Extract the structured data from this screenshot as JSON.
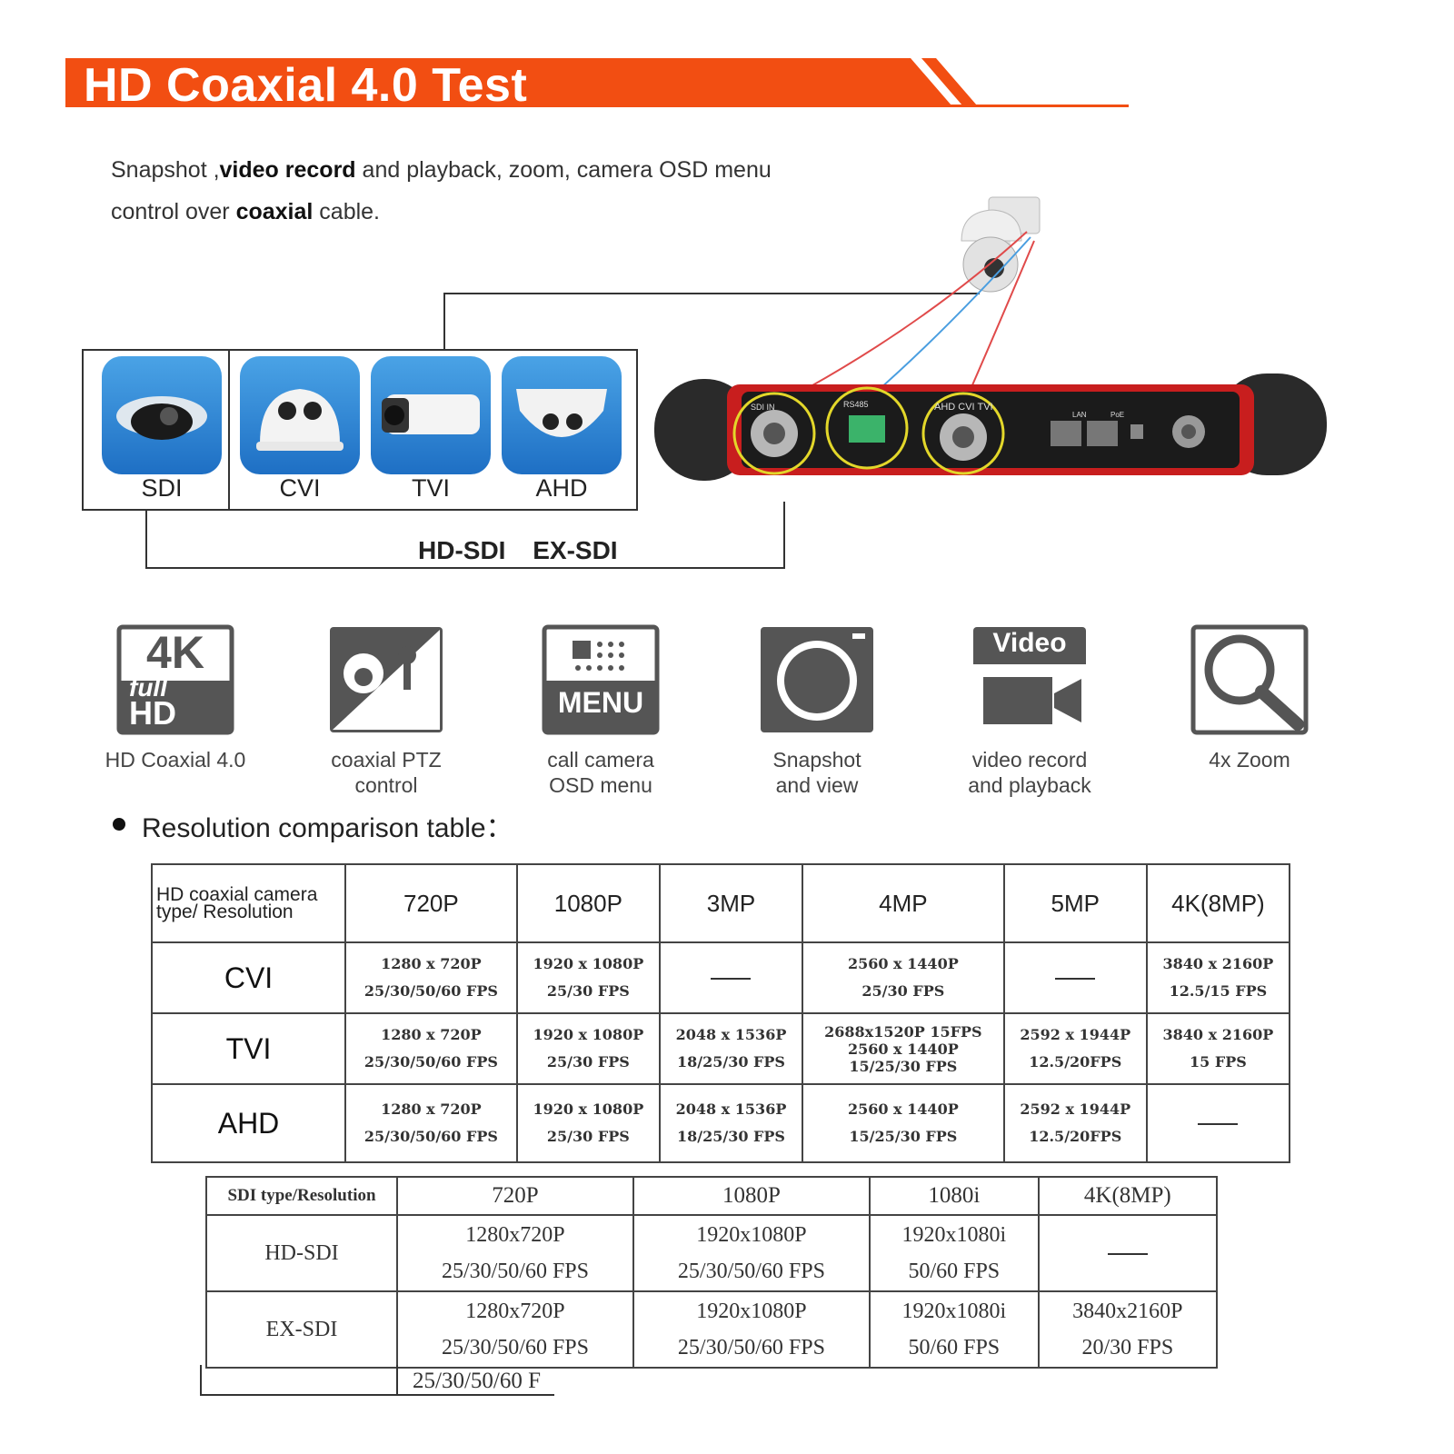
{
  "header": {
    "title": "HD Coaxial 4.0 Test"
  },
  "intro": {
    "line1": [
      "Snapshot ,",
      "video record",
      "and playback, zoom, camera OSD menu"
    ],
    "line2": [
      "control over ",
      "coaxial",
      " cable."
    ]
  },
  "camera_types": [
    "SDI",
    "CVI",
    "TVI",
    "AHD"
  ],
  "sdi_bar_label": "HD-SDI EX-SDI",
  "features": [
    {
      "icon": "4k-full-hd-icon",
      "label1": "HD Coaxial 4.0",
      "label2": ""
    },
    {
      "icon": "ptz-control-icon",
      "label1": "coaxial PTZ",
      "label2": "control"
    },
    {
      "icon": "osd-menu-icon",
      "label1": "call camera",
      "label2": "OSD menu",
      "icon_text": "MENU"
    },
    {
      "icon": "snapshot-icon",
      "label1": "Snapshot",
      "label2": "and view"
    },
    {
      "icon": "video-record-icon",
      "label1": "video record",
      "label2": "and playback",
      "icon_text": "Video"
    },
    {
      "icon": "zoom-icon",
      "label1": "4x Zoom",
      "label2": ""
    }
  ],
  "icon_texts": {
    "k4": "4K",
    "full": "full",
    "hd": "HD",
    "plus_minus": "+ -"
  },
  "device_ports": [
    "SDI IN",
    "RS485",
    "AHD CVI TVI",
    "LAN",
    "PoE"
  ],
  "bullet": "Resolution comparison table：",
  "table1": {
    "corner": "HD coaxial camera type/ Resolution",
    "headers": [
      "720P",
      "1080P",
      "3MP",
      "4MP",
      "5MP",
      "4K(8MP)"
    ],
    "rows": [
      {
        "type": "CVI",
        "cells": [
          [
            "1280 x 720P",
            "25/30/50/60 FPS"
          ],
          [
            "1920 x 1080P",
            "25/30 FPS"
          ],
          [],
          [
            "2560 x 1440P",
            "25/30 FPS"
          ],
          [],
          [
            "3840 x 2160P",
            "12.5/15 FPS"
          ]
        ]
      },
      {
        "type": "TVI",
        "cells": [
          [
            "1280 x 720P",
            "25/30/50/60 FPS"
          ],
          [
            "1920 x 1080P",
            "25/30 FPS"
          ],
          [
            "2048 x 1536P",
            "18/25/30 FPS"
          ],
          [
            "2688x1520P 15FPS",
            "2560 x 1440P",
            "15/25/30 FPS"
          ],
          [
            "2592 x 1944P",
            "12.5/20FPS"
          ],
          [
            "3840 x 2160P",
            "15 FPS"
          ]
        ]
      },
      {
        "type": "AHD",
        "cells": [
          [
            "1280 x 720P",
            "25/30/50/60 FPS"
          ],
          [
            "1920 x 1080P",
            "25/30 FPS"
          ],
          [
            "2048 x 1536P",
            "18/25/30 FPS"
          ],
          [
            "2560 x 1440P",
            "15/25/30 FPS"
          ],
          [
            "2592 x 1944P",
            "12.5/20FPS"
          ],
          []
        ]
      }
    ]
  },
  "table2": {
    "corner": "SDI type/Resolution",
    "headers": [
      "720P",
      "1080P",
      "1080i",
      "4K(8MP)"
    ],
    "rows": [
      {
        "type": "HD-SDI",
        "cells": [
          [
            "1280x720P",
            "25/30/50/60 FPS"
          ],
          [
            "1920x1080P",
            "25/30/50/60 FPS"
          ],
          [
            "1920x1080i",
            "50/60 FPS"
          ],
          []
        ]
      },
      {
        "type": "EX-SDI",
        "cells": [
          [
            "1280x720P",
            "25/30/50/60 FPS"
          ],
          [
            "1920x1080P",
            "25/30/50/60 FPS"
          ],
          [
            "1920x1080i",
            "50/60 FPS"
          ],
          [
            "3840x2160P",
            "20/30 FPS"
          ]
        ]
      }
    ]
  },
  "trailing_fragment": "25/30/50/60 F",
  "colors": {
    "banner": "#f24e12",
    "tile": "#2a7fd3",
    "device_red": "#c81e1e"
  }
}
